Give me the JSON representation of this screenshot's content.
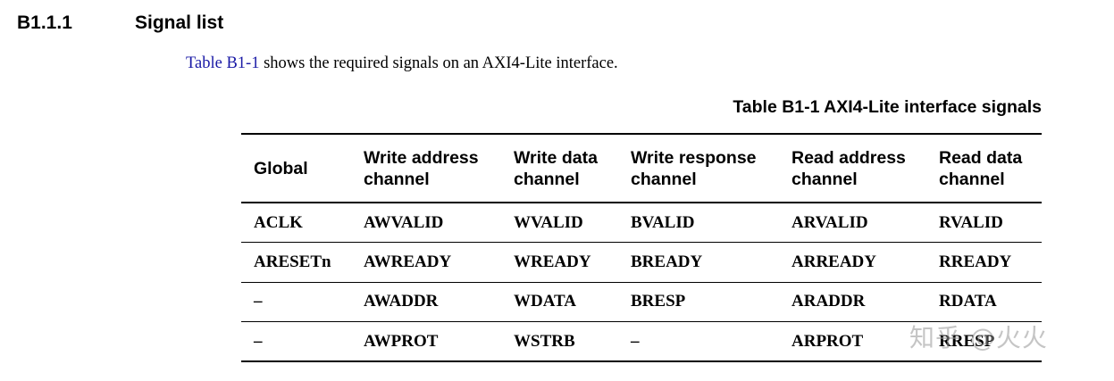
{
  "section": {
    "number": "B1.1.1",
    "title": "Signal list"
  },
  "intro": {
    "link_text": "Table B1-1",
    "rest_text": " shows the required signals on an AXI4-Lite interface."
  },
  "table": {
    "caption": "Table B1-1 AXI4-Lite interface signals",
    "headers": [
      "Global",
      "Write address\nchannel",
      "Write data\nchannel",
      "Write response\nchannel",
      "Read address\nchannel",
      "Read data\nchannel"
    ],
    "rows": [
      [
        "ACLK",
        "AWVALID",
        "WVALID",
        "BVALID",
        "ARVALID",
        "RVALID"
      ],
      [
        "ARESETn",
        "AWREADY",
        "WREADY",
        "BREADY",
        "ARREADY",
        "RREADY"
      ],
      [
        "–",
        "AWADDR",
        "WDATA",
        "BRESP",
        "ARADDR",
        "RDATA"
      ],
      [
        "–",
        "AWPROT",
        "WSTRB",
        "–",
        "ARPROT",
        "RRESP"
      ]
    ]
  },
  "watermark": {
    "text": "知乎 @火火"
  },
  "colors": {
    "link": "#1a1aa6",
    "text": "#000000",
    "watermark": "#969696"
  }
}
